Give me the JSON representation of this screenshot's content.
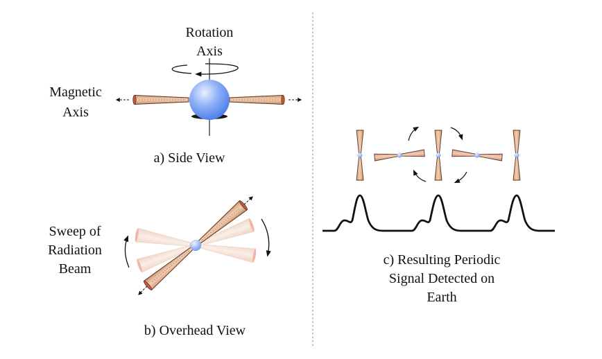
{
  "side_view": {
    "rotation_label_line1": "Rotation",
    "rotation_label_line2": "Axis",
    "magnetic_label_line1": "Magnetic",
    "magnetic_label_line2": "Axis",
    "caption": "a) Side View"
  },
  "overhead_view": {
    "sweep_label_line1": "Sweep of",
    "sweep_label_line2": "Radiation",
    "sweep_label_line3": "Beam",
    "caption": "b) Overhead View"
  },
  "signal_view": {
    "caption_line1": "c) Resulting Periodic",
    "caption_line2": "Signal Detected on",
    "caption_line3": "Earth"
  },
  "colors": {
    "star": "#5b8ff0",
    "star_highlight": "#e8efff",
    "beam": "#e2b28f",
    "beam_stroke": "#6a3c24",
    "beam_faded": "#f3ddd2",
    "divider": "#9a9a9a"
  }
}
